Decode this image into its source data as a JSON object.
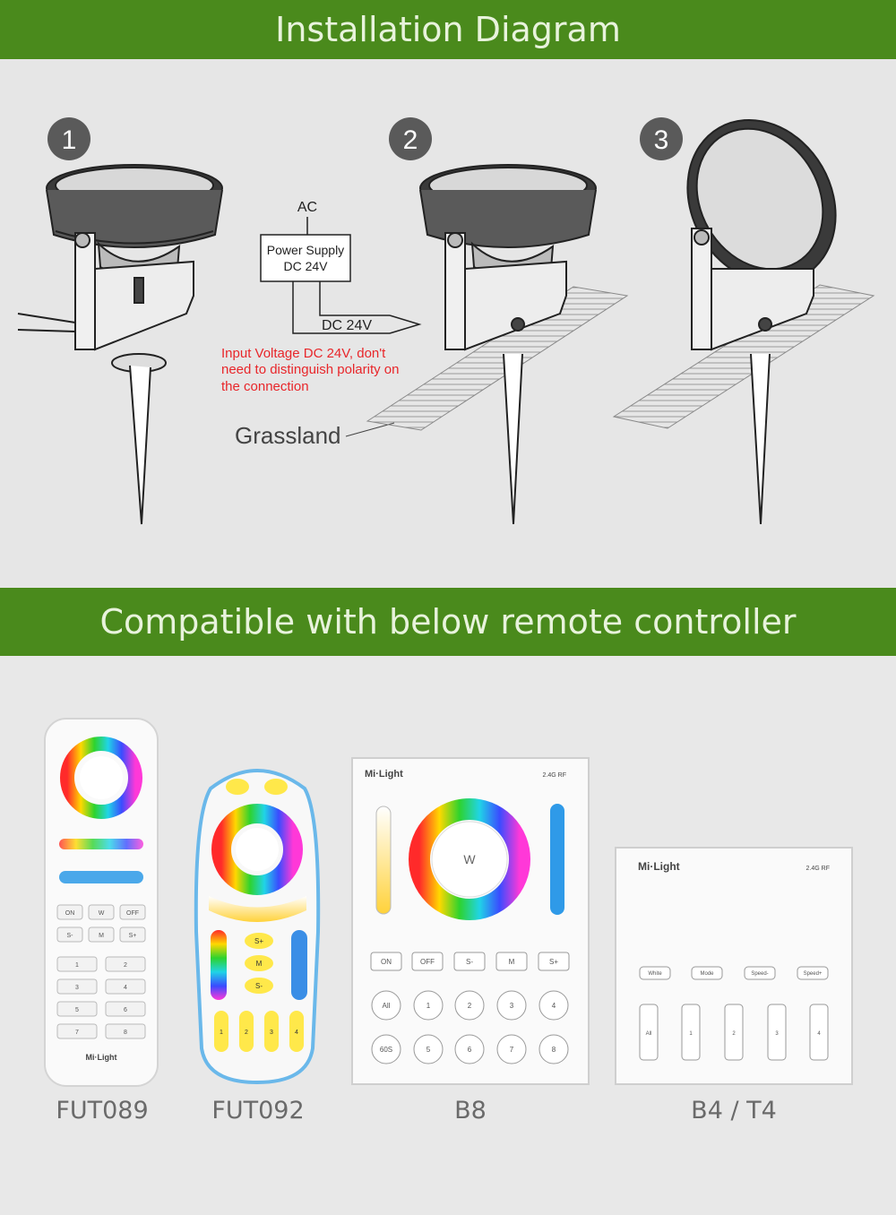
{
  "banners": {
    "installation": "Installation Diagram",
    "compatible": "Compatible with below remote controller"
  },
  "steps": [
    "1",
    "2",
    "3"
  ],
  "wiring": {
    "ac": "AC",
    "power_supply_line1": "Power Supply",
    "power_supply_line2": "DC 24V",
    "dc_label": "DC 24V",
    "note_line1": "Input Voltage DC 24V, don't",
    "note_line2": "need to distinguish polarity on",
    "note_line3": "the connection",
    "grassland": "Grassland"
  },
  "remotes": {
    "fut089": {
      "name": "FUT089",
      "buttons": [
        "ON",
        "W",
        "OFF",
        "S-",
        "M",
        "S+"
      ],
      "zones": [
        "1",
        "2",
        "3",
        "4",
        "5",
        "6",
        "7",
        "8"
      ],
      "brand": "Mi·Light"
    },
    "fut092": {
      "name": "FUT092",
      "buttons": [
        "S+",
        "M",
        "S-"
      ],
      "zones": [
        "1",
        "2",
        "3",
        "4"
      ]
    },
    "b8": {
      "name": "B8",
      "brand": "Mi·Light",
      "rf": "2.4G RF",
      "center": "W",
      "row1": [
        "ON",
        "OFF",
        "S-",
        "M",
        "S+"
      ],
      "row2": [
        "All",
        "1",
        "2",
        "3",
        "4"
      ],
      "row3": [
        "60S",
        "5",
        "6",
        "7",
        "8"
      ]
    },
    "b4": {
      "name": "B4 / T4",
      "brand": "Mi·Light",
      "rf": "2.4G RF",
      "buttons": [
        "White",
        "Mode",
        "Speed-",
        "Speed+"
      ],
      "zones": [
        "All",
        "1",
        "2",
        "3",
        "4"
      ]
    }
  },
  "colors": {
    "banner": "#4a8a1c",
    "step_circle": "#5a5a5a",
    "note": "#e8262a"
  }
}
